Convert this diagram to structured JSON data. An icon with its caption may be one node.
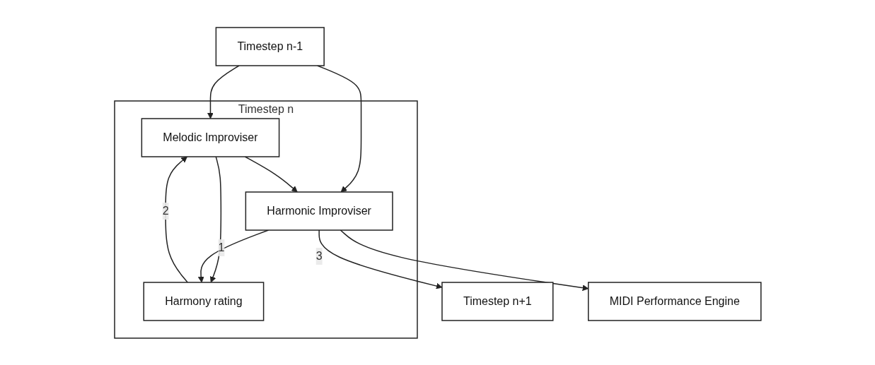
{
  "diagram": {
    "nodes": [
      {
        "text": [
          "Timestep n-1"
        ]
      },
      {
        "text": [
          "Timestep n"
        ]
      },
      {
        "text": [
          "Melodic Improviser"
        ],
        "in": 1
      },
      {
        "text": [
          "Harmonic Improviser"
        ],
        "in": 1
      },
      {
        "text": [
          "Harmony rating"
        ],
        "in": 1
      },
      {
        "text": [
          "Timestep n+1"
        ]
      },
      {
        "text": [
          "MIDI Performance Engine"
        ]
      }
    ],
    "edges": [
      {
        "from": 0,
        "to": 2,
        "arrow": "to"
      },
      {
        "from": 0,
        "to": 3,
        "arrow": "to"
      },
      {
        "from": 2,
        "to": 3,
        "arrow": "to"
      },
      {
        "from": 2,
        "to": 4,
        "arrow": "to"
      },
      {
        "from": 3,
        "to": 4,
        "label": "1",
        "arrow": "to"
      },
      {
        "from": 4,
        "to": 2,
        "label": "2",
        "arrow": "to"
      },
      {
        "from": 3,
        "to": 5,
        "label": "3",
        "arrow": "to"
      },
      {
        "from": 3,
        "to": 6,
        "arrow": "to"
      }
    ]
  }
}
